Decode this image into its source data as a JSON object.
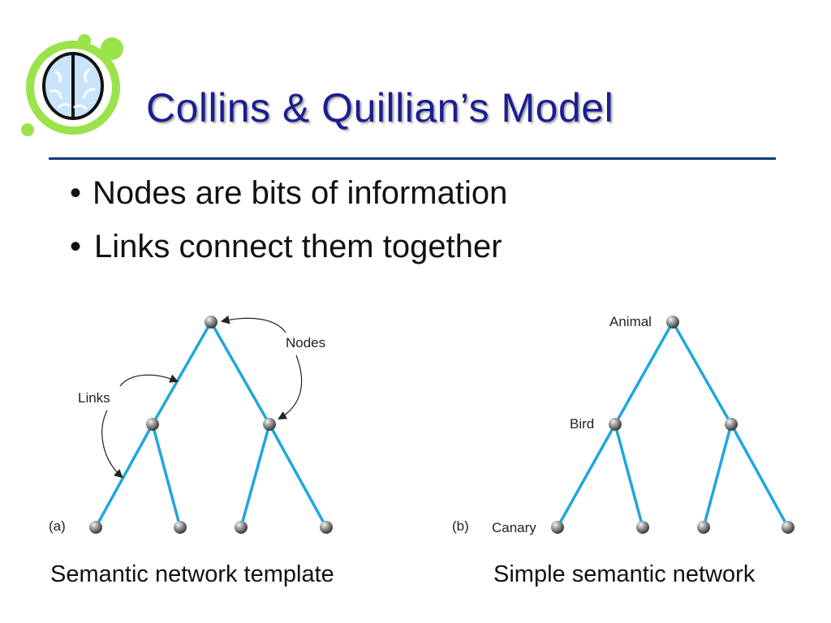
{
  "slide": {
    "title": "Collins & Quillian’s Model",
    "bullets": [
      {
        "marker": "•",
        "text": "Nodes are bits of information"
      },
      {
        "marker": "•",
        "text": "Links connect them together"
      }
    ]
  },
  "figure_a": {
    "panel_label": "(a)",
    "annotation_links": "Links",
    "annotation_nodes": "Nodes",
    "caption": "Semantic network template"
  },
  "figure_b": {
    "panel_label": "(b)",
    "node_animal": "Animal",
    "node_bird": "Bird",
    "node_canary": "Canary",
    "caption": "Simple semantic network"
  },
  "colors": {
    "title": "#1a1f8f",
    "rule": "#0d3a7a",
    "link": "#1ea7e0",
    "node": "#6b6b6b",
    "logo_green": "#9be34a",
    "logo_brain": "#bfe0f7"
  },
  "icons": {
    "logo": "brain-icon"
  }
}
